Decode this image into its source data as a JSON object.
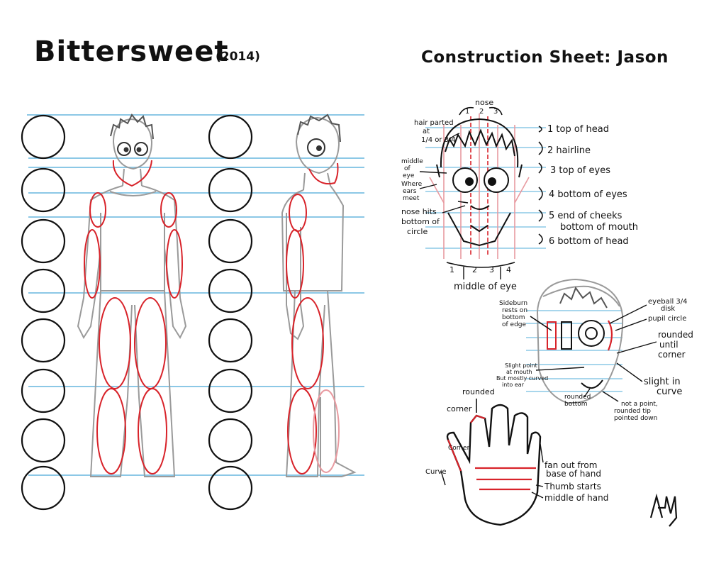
{
  "header": {
    "title": "Bittersweet",
    "year": "(2014)",
    "sheet_title": "Construction Sheet: Jason"
  },
  "face_front": {
    "nose_label": "nose",
    "nose_numbers": [
      "1",
      "2",
      "3"
    ],
    "hair_label": [
      "hair parted",
      "at",
      "1/4 or 3/4"
    ],
    "middle_eye_label": [
      "middle",
      "of",
      "eye"
    ],
    "ears_label": [
      "Where",
      "ears",
      "meet"
    ],
    "nose_hits_label": [
      "nose hits",
      "bottom of",
      "circle"
    ],
    "levels": [
      "1 top of head",
      "2 hairline",
      "3 top of eyes",
      "4 bottom of eyes",
      "5 end of cheeks",
      "bottom of mouth",
      "6 bottom of head"
    ],
    "bottom_numbers": [
      "1",
      "2",
      "3",
      "4"
    ],
    "bottom_label": "middle of eye"
  },
  "face_side": {
    "sideburn_label": [
      "Sideburn",
      "rests on",
      "bottom",
      "of edge"
    ],
    "eyeball_label": [
      "eyeball 3/4",
      "disk"
    ],
    "pupil_label": "pupil circle",
    "rounded_label": [
      "rounded",
      "until",
      "corner"
    ],
    "slight_point_label": [
      "Slight point",
      "at mouth",
      "But mostly curved",
      "into ear"
    ],
    "slight_curve_label": [
      "slight in",
      "curve"
    ],
    "rounded_bottom_label": [
      "rounded",
      "bottom"
    ],
    "not_point_label": [
      "not a point,",
      "rounded tip",
      "pointed down"
    ]
  },
  "hand": {
    "rounded_corner_label": [
      "rounded",
      "corner"
    ],
    "corner_label": "Corner",
    "curve_label": "Curve",
    "fan_label": [
      "fan out from",
      "base of hand"
    ],
    "thumb_label": "Thumb starts",
    "middle_label": "middle of hand"
  },
  "signature": "AM",
  "colors": {
    "guide_blue": "#8cc8e6",
    "construction_red": "#d8232a",
    "pencil_gray": "#9a9a9a",
    "ink": "#111111"
  }
}
